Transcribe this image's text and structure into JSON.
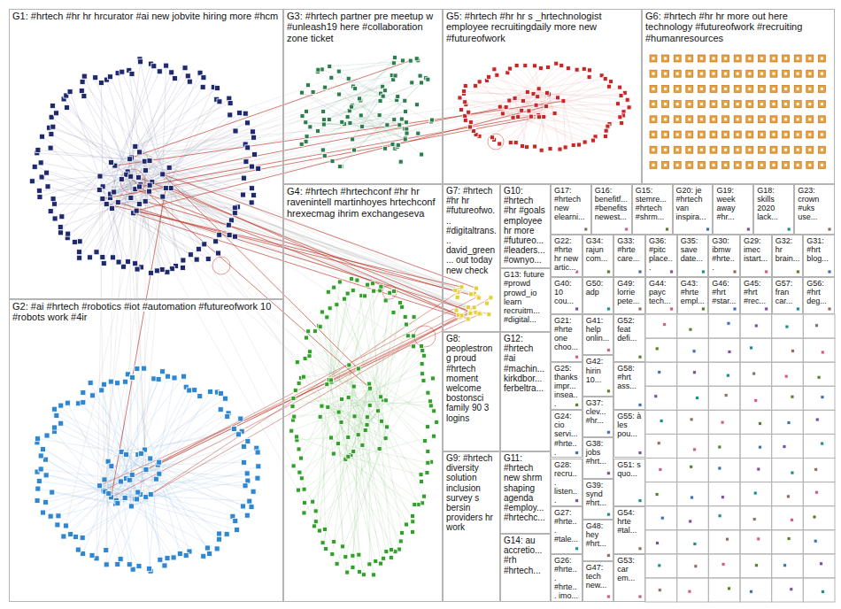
{
  "diagram": {
    "nodes": [
      {
        "text": [
          "G1: #hrtech #hr hr hrcurator #ai new jobvite hiring more #hcm"
        ]
      },
      {
        "text": [
          "G2: #ai #hrtech #robotics #iot #automation #futureofwork 10 #robots work #4ir"
        ]
      },
      {
        "text": [
          "G3: #hrtech partner pre meetup w #unleash19 here #collaboration zone ticket"
        ]
      },
      {
        "text": [
          "G4: #hrtech #hrtechconf #hr hr ravenintell martinhoyes hrtechconf hrexecmag ihrim exchangeseva"
        ]
      },
      {
        "text": [
          "G5: #hrtech #hr hr s _hrtechnologist employee recruitingdaily more new #futureofwork"
        ]
      },
      {
        "text": [
          "G6: #hrtech #hr hr more out here technology #futureofwork #recruiting #humanresources"
        ]
      },
      {
        "text": [
          "G7: #hrtech #hr hr #futureofwo... #digitaltrans... david_green... out today new check"
        ]
      },
      {
        "text": [
          "G10: #hrtech #hr #goals employee hr more #futureo... #leaders... #ownyo..."
        ]
      },
      {
        "text": [
          "G13: future #prowd prowd_io learn recruitm... #digital..."
        ]
      },
      {
        "text": [
          "G8: peoplestrong proud #hrtech moment welcome bostonsci family 90 3 logins"
        ]
      },
      {
        "text": [
          "G12: #hrtech #ai #machin... kirkdbor... ferbeltra..."
        ]
      },
      {
        "text": [
          "G9: #hrtech diversity solution inclusion survey s bersin providers hr work"
        ]
      },
      {
        "text": [
          "G11: #hrtech new shrm shaping agenda #employ... #hrtechc..."
        ]
      },
      {
        "text": [
          "G14: au accretio... #rh #hrtech..."
        ]
      },
      {
        "text": [
          "G17: #hrtech new elearni..."
        ]
      },
      {
        "text": [
          "G16: benefitf... #benefits newest..."
        ]
      },
      {
        "text": [
          "G15: stemre... #hrtech #shrm..."
        ]
      },
      {
        "text": [
          "G20: je #hrtech van inspira..."
        ]
      },
      {
        "text": [
          "G19: week away #hr..."
        ]
      },
      {
        "text": [
          "G18: skills 2020 lack..."
        ]
      },
      {
        "text": [
          "G23: crown #uks use..."
        ]
      },
      {
        "text": [
          "G22: #hrte hr new artic..."
        ]
      },
      {
        "text": [
          "G34: rajun com..."
        ]
      },
      {
        "text": [
          "G33: #hrte care..."
        ]
      },
      {
        "text": [
          "G36: #pitc place..."
        ]
      },
      {
        "text": [
          "G35: save date..."
        ]
      },
      {
        "text": [
          "G30: ibmw #hrte..."
        ]
      },
      {
        "text": [
          "G29: imec istart..."
        ]
      },
      {
        "text": [
          "G32: hr brain..."
        ]
      },
      {
        "text": [
          "G31: #hrt blog..."
        ]
      },
      {
        "text": [
          "G40: 10 cou..."
        ]
      },
      {
        "text": [
          "G50: adp"
        ]
      },
      {
        "text": [
          "G49: lorrie pete..."
        ]
      },
      {
        "text": [
          "G44: payc tech..."
        ]
      },
      {
        "text": [
          "G43: #hrte empl..."
        ]
      },
      {
        "text": [
          "G46: #hrt #star..."
        ]
      },
      {
        "text": [
          "G45: #hrt #rec..."
        ]
      },
      {
        "text": [
          "G57: fran car..."
        ]
      },
      {
        "text": [
          "G56: #hrt deg..."
        ]
      },
      {
        "text": [
          "G21: #hrte one choo..."
        ]
      },
      {
        "text": [
          "G25: thanks impr... insea..."
        ]
      },
      {
        "text": [
          "G24: cio servi... #hrte..."
        ]
      },
      {
        "text": [
          "G28: recru... listen..."
        ]
      },
      {
        "text": [
          "G27: #hrte... #tale..."
        ]
      },
      {
        "text": [
          "G26: #hrte... #hrte... imo..."
        ]
      },
      {
        "text": [
          "G41: help onlin..."
        ]
      },
      {
        "text": [
          "G42: hirin 10..."
        ]
      },
      {
        "text": [
          "G37: clev... #hr..."
        ]
      },
      {
        "text": [
          "G38: jobs #hrt..."
        ]
      },
      {
        "text": [
          "G39: synd #hrt..."
        ]
      },
      {
        "text": [
          "G48: hey #hrt..."
        ]
      },
      {
        "text": [
          "G47: tech new..."
        ]
      },
      {
        "text": [
          "G52: feat defi..."
        ]
      },
      {
        "text": [
          "G58: #hrt ass..."
        ]
      },
      {
        "text": [
          "G55: à les pou..."
        ]
      },
      {
        "text": [
          "G51: s quo..."
        ]
      },
      {
        "text": [
          "G54: hrte #tal..."
        ]
      },
      {
        "text": [
          "G53: car em..."
        ]
      }
    ]
  }
}
